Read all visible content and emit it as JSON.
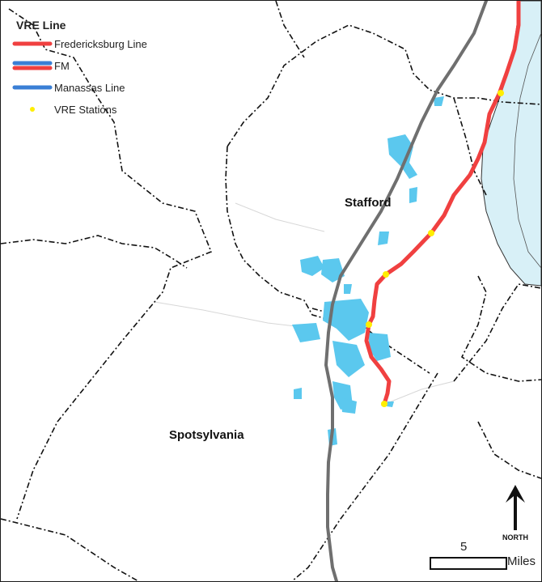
{
  "legend": {
    "title": "VRE Line",
    "items": [
      {
        "label": "Fredericksburg Line",
        "color": "#f04040",
        "type": "line"
      },
      {
        "label": "FM",
        "color": "#3a7fd5",
        "color2": "#f04040",
        "type": "dual-line"
      },
      {
        "label": "Manassas Line",
        "color": "#3a7fd5",
        "type": "line"
      },
      {
        "label": "VRE Stations",
        "color": "#ffee00",
        "type": "point"
      }
    ]
  },
  "places": {
    "county_1": "Stafford",
    "county_2": "Spotsylvania"
  },
  "north": {
    "label": "NORTH",
    "icon": "north-arrow-icon"
  },
  "scale": {
    "value": "5",
    "unit": "Miles"
  },
  "colors": {
    "rail_line": "#f04040",
    "station": "#ffee00",
    "highway": "#6f6f6f",
    "urban_area": "#5bc8ee",
    "water": "#d8f0f7",
    "boundary": "#111111"
  }
}
